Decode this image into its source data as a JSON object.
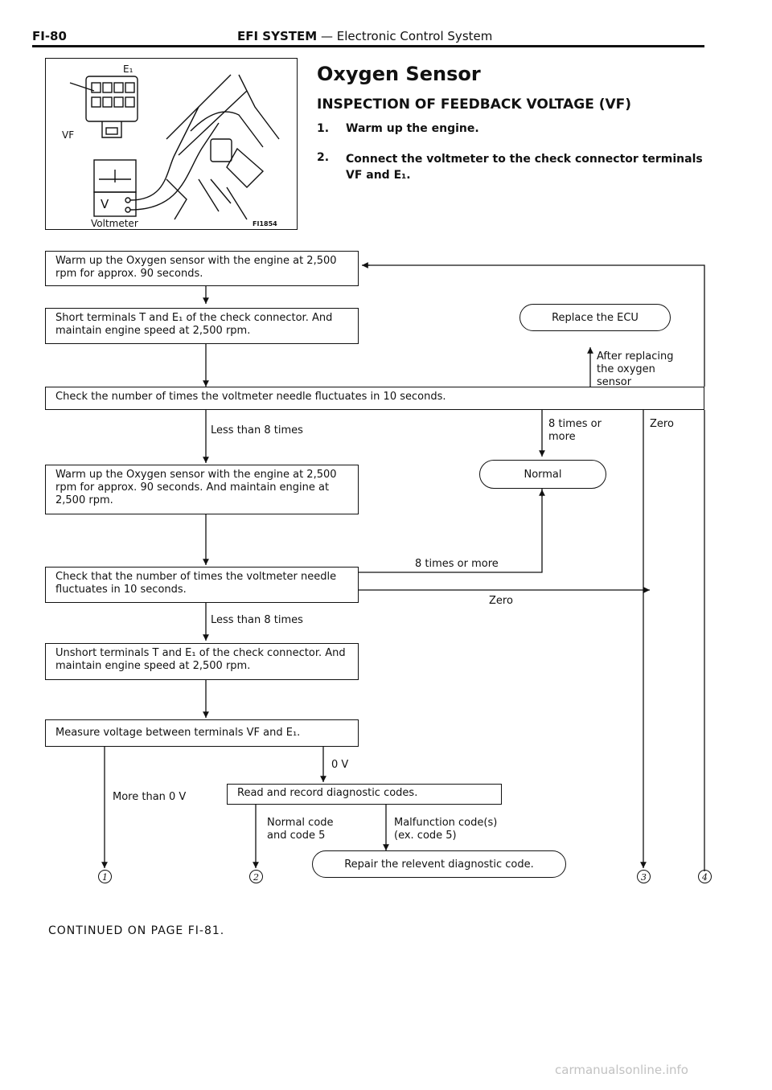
{
  "header": {
    "page_code": "FI-80",
    "section": "EFI SYSTEM",
    "separator": " — ",
    "subsection": "Electronic Control System"
  },
  "figure": {
    "label_e1": "E₁",
    "label_vf": "VF",
    "label_v": "V",
    "voltmeter_label": "Voltmeter",
    "figure_code": "FI1854"
  },
  "section_title": "Oxygen Sensor",
  "subheading": "INSPECTION OF FEEDBACK VOLTAGE (VF)",
  "steps": [
    {
      "num": "1.",
      "text": "Warm up the engine."
    },
    {
      "num": "2.",
      "text": "Connect the voltmeter to the check connector terminals VF and E₁."
    }
  ],
  "flow": {
    "box1": "Warm up the Oxygen sensor with the engine at 2,500 rpm for approx. 90 seconds.",
    "box2": "Short terminals T and E₁ of the check connector. And maintain engine speed at 2,500 rpm.",
    "replace_ecu": "Replace the ECU",
    "after_replacing": "After replacing the oxygen sensor",
    "box3": "Check the number of times the voltmeter needle fluctuates in 10 seconds.",
    "less_than_8_a": "Less than 8 times",
    "eight_or_more_a": "8 times or more",
    "zero_a": "Zero",
    "normal": "Normal",
    "box4": "Warm up the Oxygen sensor with the engine at 2,500 rpm for approx. 90 seconds. And maintain engine at 2,500 rpm.",
    "eight_or_more_b": "8 times or more",
    "box5": "Check that the number of times the voltmeter needle fluctuates in 10 seconds.",
    "zero_b": "Zero",
    "less_than_8_b": "Less than 8 times",
    "box6": "Unshort terminals T and E₁ of the check connector. And maintain engine speed at 2,500 rpm.",
    "box7": "Measure voltage between terminals VF and E₁.",
    "zero_v": "0 V",
    "more_than_0v": "More than 0 V",
    "box8": "Read and record diagnostic codes.",
    "normal_code": "Normal code and code 5",
    "malfunction_code": "Malfunction code(s) (ex. code 5)",
    "repair": "Repair the relevent diagnostic code.",
    "circles": [
      "1",
      "2",
      "3",
      "4"
    ]
  },
  "continued": "CONTINUED ON PAGE FI-81.",
  "watermark": "carmanualsonline.info"
}
